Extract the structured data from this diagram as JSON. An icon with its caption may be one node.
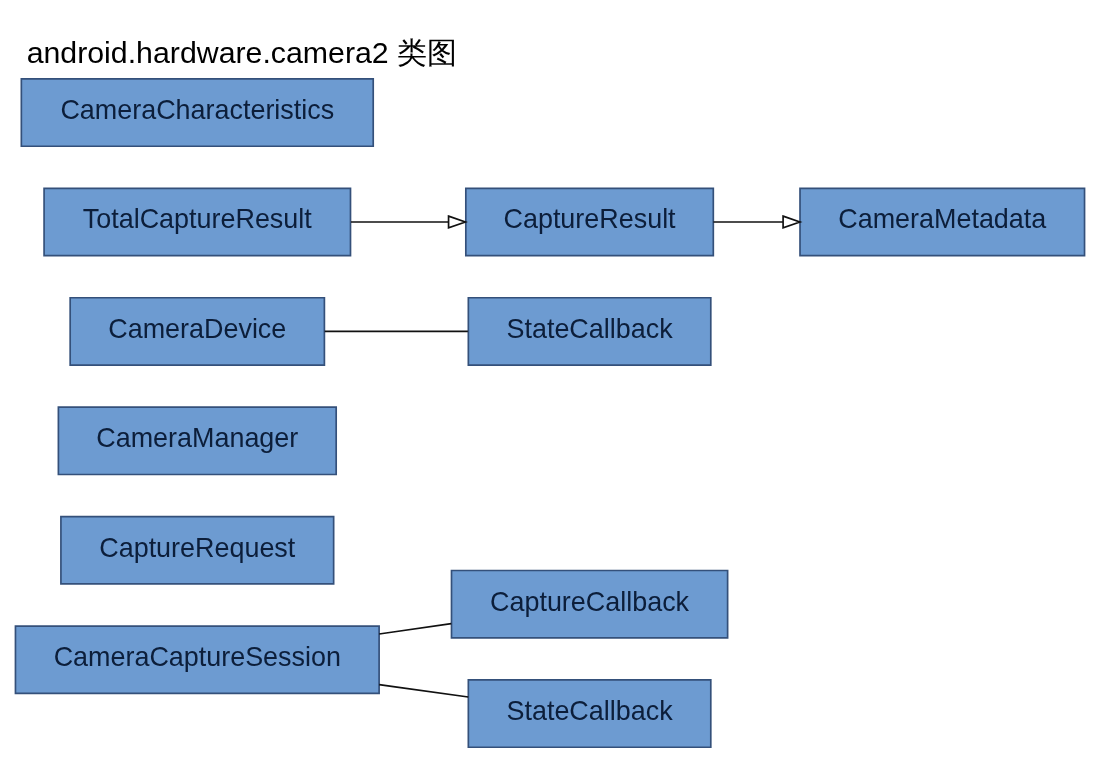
{
  "diagram": {
    "title": "android.hardware.camera2 类图",
    "nodes": [
      {
        "text": [
          "CameraCaptureSession"
        ]
      },
      {
        "text": [
          "CaptureCallback"
        ]
      },
      {
        "text": [
          "StateCallback"
        ]
      },
      {
        "text": [
          "CaptureRequest"
        ]
      },
      {
        "text": [
          "CameraManager"
        ]
      },
      {
        "text": [
          "CameraDevice"
        ]
      },
      {
        "text": [
          "StateCallback"
        ]
      },
      {
        "text": [
          "CameraMetadata"
        ]
      },
      {
        "text": [
          "CameraCharacteristics"
        ]
      },
      {
        "text": [
          "CaptureResult"
        ]
      },
      {
        "text": [
          "TotalCaptureResult"
        ]
      }
    ],
    "edges": [
      {
        "from": 0,
        "to": 1,
        "arrow": "none"
      },
      {
        "from": 0,
        "to": 2,
        "arrow": "none"
      },
      {
        "from": 5,
        "to": 6,
        "arrow": "none"
      },
      {
        "from": 9,
        "to": 7,
        "arrow": "to"
      },
      {
        "from": 10,
        "to": 9,
        "arrow": "to"
      }
    ]
  }
}
